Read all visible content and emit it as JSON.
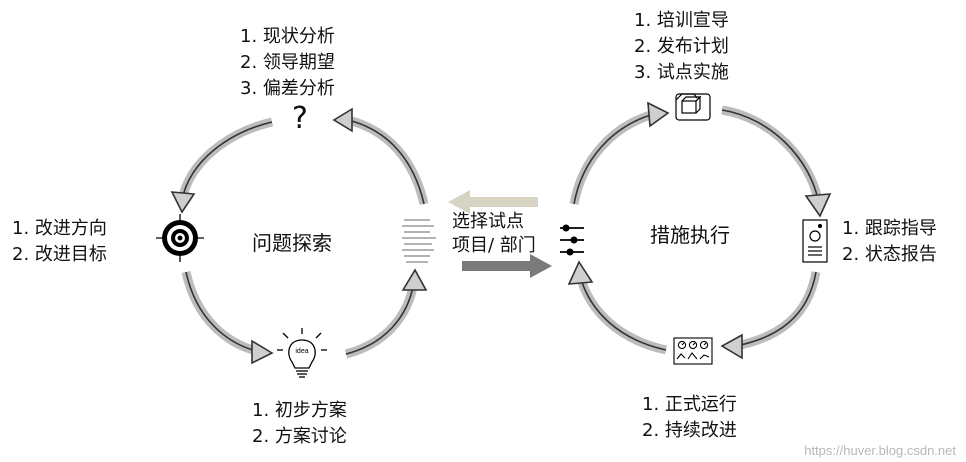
{
  "left_cycle": {
    "center_label": "问题探索",
    "top_list": [
      "1.  现状分析",
      "2.  领导期望",
      "3.  偏差分析"
    ],
    "left_list": [
      "1.  改进方向",
      "2.  改进目标"
    ],
    "bottom_list": [
      "1.  初步方案",
      "2.  方案讨论"
    ],
    "question_mark": "?",
    "bulb_text": "idea",
    "icons": {
      "top": "question-mark-icon",
      "left": "target-icon",
      "bottom": "lightbulb-icon",
      "right": "document-lines-icon"
    }
  },
  "middle": {
    "label_line1": "选择试点",
    "label_line2": "项目/ 部门",
    "arrow_top_color": "#d8d4c4",
    "arrow_bottom_color": "#7a7a7a"
  },
  "right_cycle": {
    "center_label": "措施执行",
    "top_list": [
      "1.  培训宣导",
      "2.  发布计划",
      "3.  试点实施"
    ],
    "right_list": [
      "1.  跟踪指导",
      "2.  状态报告"
    ],
    "bottom_list": [
      "1.  正式运行",
      "2.  持续改进"
    ],
    "icons": {
      "top": "folder-box-icon",
      "right": "report-document-icon",
      "bottom": "dashboard-icon",
      "left": "slider-settings-icon"
    }
  },
  "watermark": "https://huver.blog.csdn.net"
}
